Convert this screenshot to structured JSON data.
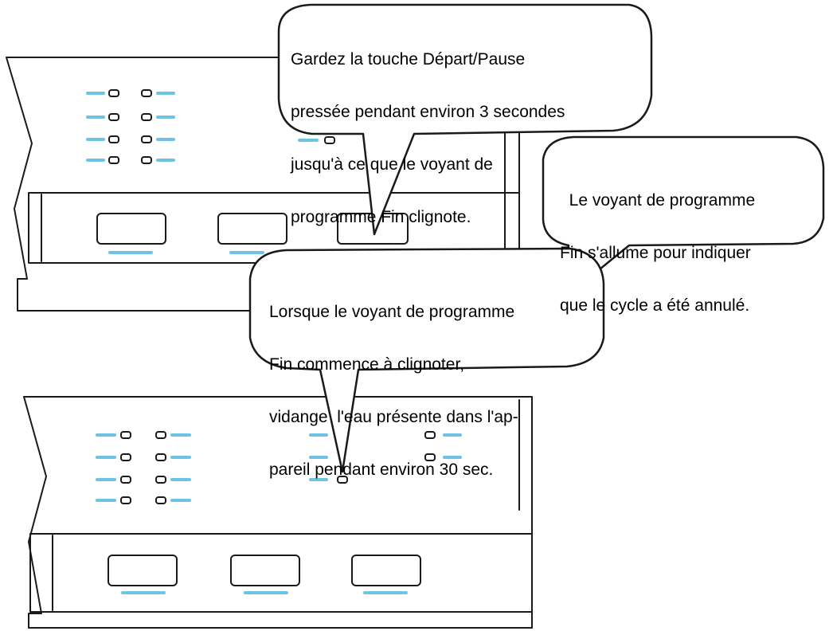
{
  "accent_color": "#6cc3e6",
  "line_color": "#1a1a1a",
  "callouts": {
    "hold_button": {
      "lines": [
        "Gardez la touche Départ/Pause",
        "pressée pendant environ 3 secondes",
        "jusqu'à ce que le voyant de",
        "programme Fin clignote."
      ]
    },
    "light_on": {
      "lines": [
        "  Le voyant de programme",
        "Fin s'allume pour indiquer",
        "que le cycle a été annulé."
      ]
    },
    "blinking": {
      "lines": [
        "Lorsque le voyant de programme",
        "Fin commence à clignoter,",
        "vidange  l'eau présente dans l'ap-",
        "pareil pendant environ 30 sec."
      ]
    }
  }
}
